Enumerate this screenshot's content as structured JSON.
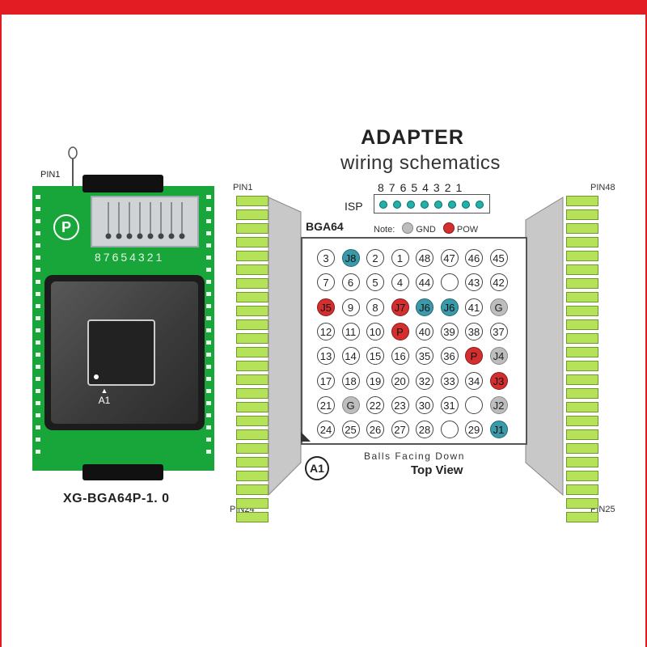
{
  "colors": {
    "frame": "#e31b23",
    "pcb": "#18a63a",
    "gnd": "#bdbdbd",
    "pow": "#d32f2f",
    "jtag": "#3a9aa9",
    "pin": "#b6e25a"
  },
  "module": {
    "pin1_label": "PIN1",
    "p_mark": "P",
    "header_numbers": "87654321",
    "a1_mark": "A1",
    "model_label": "XG-BGA64P-1. 0"
  },
  "diagram": {
    "title": "ADAPTER",
    "subtitle": "wiring schematics",
    "pin_top_left": "PIN1",
    "pin_bottom_left": "PIN24",
    "pin_top_right": "PIN48",
    "pin_bottom_right": "PIN25",
    "isp_label": "ISP",
    "isp_numbers": "87654321",
    "package_label": "BGA64",
    "note_label": "Note:",
    "gnd_label": "GND",
    "pow_label": "POW",
    "a1_label": "A1",
    "caption": "Balls Facing Down",
    "view_label": "Top View"
  },
  "bga_grid": [
    [
      {
        "t": "3"
      },
      {
        "t": "J8",
        "k": "jt"
      },
      {
        "t": "2"
      },
      {
        "t": "1"
      },
      {
        "t": "48"
      },
      {
        "t": "47"
      },
      {
        "t": "46"
      },
      {
        "t": "45"
      }
    ],
    [
      {
        "t": "7"
      },
      {
        "t": "6"
      },
      {
        "t": "5"
      },
      {
        "t": "4"
      },
      {
        "t": "44"
      },
      {
        "t": ""
      },
      {
        "t": "43"
      },
      {
        "t": "42"
      }
    ],
    [
      {
        "t": "J5",
        "k": "pow"
      },
      {
        "t": "9"
      },
      {
        "t": "8"
      },
      {
        "t": "J7",
        "k": "pow"
      },
      {
        "t": "J6",
        "k": "jt"
      },
      {
        "t": "J6",
        "k": "jt"
      },
      {
        "t": "41"
      },
      {
        "t": "G",
        "k": "gnd"
      }
    ],
    [
      {
        "t": "12"
      },
      {
        "t": "11"
      },
      {
        "t": "10"
      },
      {
        "t": "P",
        "k": "pow"
      },
      {
        "t": "40"
      },
      {
        "t": "39"
      },
      {
        "t": "38"
      },
      {
        "t": "37"
      }
    ],
    [
      {
        "t": "13"
      },
      {
        "t": "14"
      },
      {
        "t": "15"
      },
      {
        "t": "16"
      },
      {
        "t": "35"
      },
      {
        "t": "36"
      },
      {
        "t": "P",
        "k": "pow"
      },
      {
        "t": "J4",
        "k": "gnd"
      }
    ],
    [
      {
        "t": "17"
      },
      {
        "t": "18"
      },
      {
        "t": "19"
      },
      {
        "t": "20"
      },
      {
        "t": "32"
      },
      {
        "t": "33"
      },
      {
        "t": "34"
      },
      {
        "t": "J3",
        "k": "pow"
      }
    ],
    [
      {
        "t": "21"
      },
      {
        "t": "G",
        "k": "gnd"
      },
      {
        "t": "22"
      },
      {
        "t": "23"
      },
      {
        "t": "30"
      },
      {
        "t": "31"
      },
      {
        "t": ""
      },
      {
        "t": "J2",
        "k": "gnd"
      }
    ],
    [
      {
        "t": "24"
      },
      {
        "t": "25"
      },
      {
        "t": "26"
      },
      {
        "t": "27"
      },
      {
        "t": "28"
      },
      {
        "t": ""
      },
      {
        "t": "29"
      },
      {
        "t": "J1",
        "k": "jt"
      }
    ]
  ]
}
